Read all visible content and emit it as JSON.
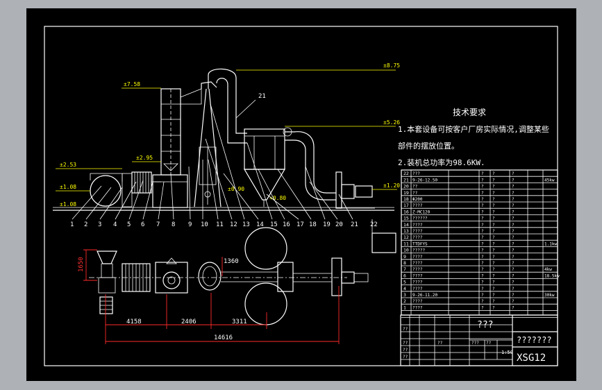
{
  "drawing": {
    "elevations": [
      "±8.75",
      "±7.58",
      "±5.26",
      "±2.95",
      "±2.53",
      "±1.20",
      "±1.08",
      "±1.08",
      "±0.90",
      "+0.80"
    ],
    "leader_21": "21",
    "part_numbers": [
      "1",
      "2",
      "3",
      "4",
      "5",
      "6",
      "7",
      "8",
      "9",
      "10",
      "11",
      "12",
      "13",
      "14",
      "15",
      "16",
      "17",
      "18",
      "19",
      "20",
      "21",
      "22"
    ],
    "dimensions": {
      "height_1650": "1650",
      "height_1360": "1360",
      "d1": "4158",
      "d2": "2406",
      "d3": "3311",
      "total": "14616"
    }
  },
  "tech_notes": {
    "heading": "技术要求",
    "line1": "1.本套设备可按客户厂房实际情况,调整某些",
    "line2": "部件的摆放位置。",
    "line3": "2.装机总功率为98.6KW."
  },
  "parts_list": [
    {
      "no": "22",
      "name": "???"
    },
    {
      "no": "21",
      "name": "9-26-12.50",
      "power": "45kw"
    },
    {
      "no": "20",
      "name": "??"
    },
    {
      "no": "19",
      "name": "??"
    },
    {
      "no": "18",
      "name": "Φ200"
    },
    {
      "no": "17",
      "name": "????"
    },
    {
      "no": "16",
      "name": "Z-MC120"
    },
    {
      "no": "15",
      "name": "??????"
    },
    {
      "no": "14",
      "name": "????"
    },
    {
      "no": "13",
      "name": "????"
    },
    {
      "no": "12",
      "name": "????"
    },
    {
      "no": "11",
      "name": "TTDFYS",
      "power": "1.1kw"
    },
    {
      "no": "10",
      "name": "?????"
    },
    {
      "no": "9",
      "name": "????"
    },
    {
      "no": "8",
      "name": "????"
    },
    {
      "no": "7",
      "name": "????",
      "power": "4kw"
    },
    {
      "no": "6",
      "name": "????",
      "power": "18.5kw"
    },
    {
      "no": "5",
      "name": "????"
    },
    {
      "no": "4",
      "name": "????"
    },
    {
      "no": "3",
      "name": "9-26-11.20",
      "power": "30kw"
    },
    {
      "no": "2",
      "name": "????"
    },
    {
      "no": "1",
      "name": "????"
    }
  ],
  "title_block": {
    "drawing_title": "???",
    "company": "???????",
    "code": "XSG12",
    "scale": "1:50",
    "marks": [
      "??",
      "??",
      "??",
      "??",
      "??",
      "??",
      "???"
    ]
  },
  "colors": {
    "sheet": "#000000",
    "frame": "#ffffff",
    "text": "#ffffff",
    "annotation": "#ffff00",
    "dimension": "#ff2a2a",
    "equipment": "#00e000",
    "outer_background": "#aeb2b7"
  }
}
